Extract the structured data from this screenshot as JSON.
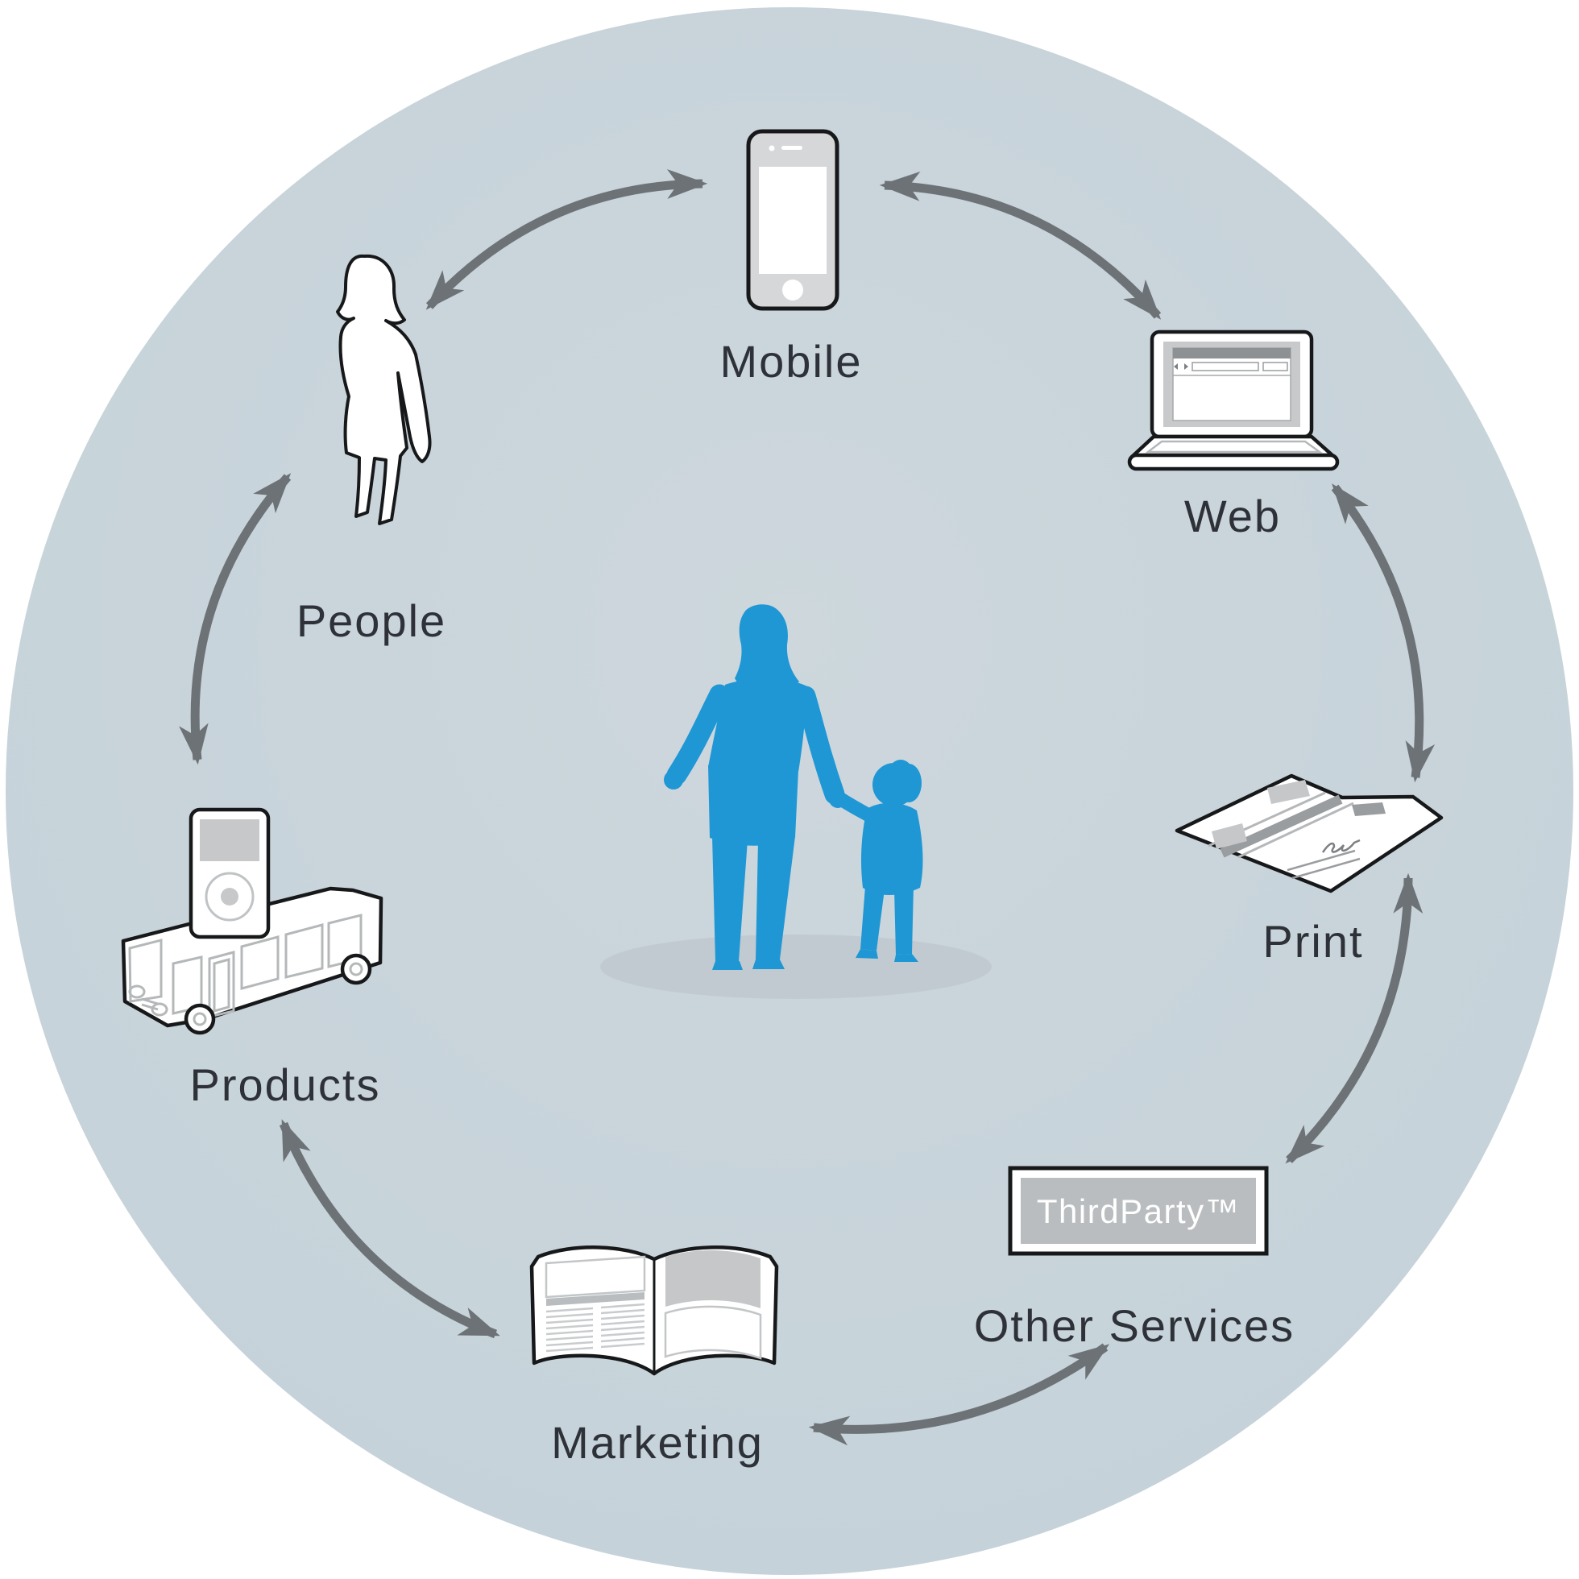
{
  "diagram": {
    "description": "Customer ecosystem wheel: person with child at center surrounded by touchpoints connected by two-way arrows",
    "center_figure": "mother-holding-child-hand-silhouette",
    "nodes": [
      {
        "id": "mobile",
        "label": "Mobile",
        "icon": "smartphone-icon"
      },
      {
        "id": "web",
        "label": "Web",
        "icon": "laptop-browser-icon"
      },
      {
        "id": "print",
        "label": "Print",
        "icon": "folded-brochure-icon"
      },
      {
        "id": "other-services",
        "label": "Other Services",
        "icon": "thirdparty-logo-box-icon",
        "badge": "ThirdParty™"
      },
      {
        "id": "marketing",
        "label": "Marketing",
        "icon": "open-magazine-icon"
      },
      {
        "id": "products",
        "label": "Products",
        "icon": "ipod-on-bus-icon"
      },
      {
        "id": "people",
        "label": "People",
        "icon": "woman-silhouette-icon"
      }
    ],
    "connections": [
      "People ↔ Mobile",
      "Mobile ↔ Web",
      "Web ↔ Print",
      "Print ↔ Other Services",
      "Other Services ↔ Marketing",
      "Marketing ↔ Products",
      "Products ↔ People"
    ],
    "colors": {
      "accent_blue": "#1f97d5",
      "circle_fill": "#c6d3da",
      "arrow_gray": "#6d7277",
      "label_text": "#2e3138",
      "badge_gray_fill": "#b9bdbf",
      "shadow_gray": "#c1cad0"
    }
  }
}
